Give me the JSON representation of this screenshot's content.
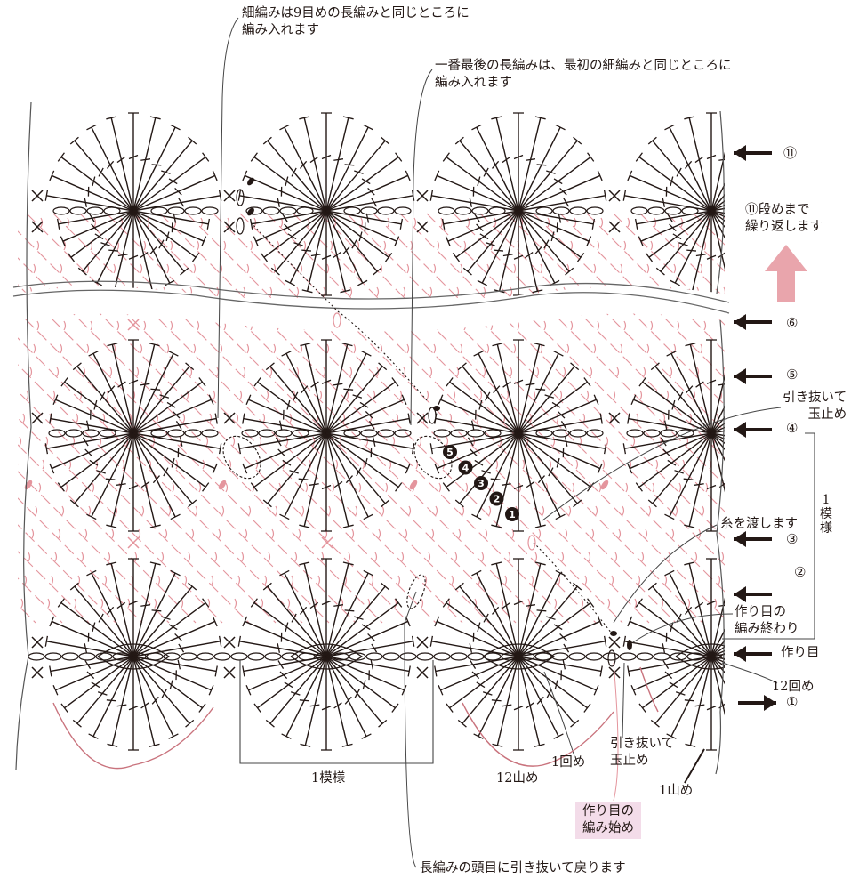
{
  "annotations": {
    "sc_note": [
      "細編みは9目めの長編みと同じところに",
      "編み入れます"
    ],
    "last_dc_note": [
      "一番最後の長編みは、最初の細編みと同じところに",
      "編み入れます"
    ],
    "repeat_note": [
      "⑪段めまで",
      "繰り返します"
    ],
    "fasten_right": [
      "引き抜いて",
      "玉止め"
    ],
    "carry_yarn": "糸を渡します",
    "chain_end": [
      "作り目の",
      "編み終わり"
    ],
    "foundation": "作り目",
    "twelve_times": "12回め",
    "fasten_bottom": [
      "引き抜いて",
      "玉止め"
    ],
    "one_time": "1回め",
    "twelve_peaks": "12山め",
    "one_peak": "1山め",
    "pattern_repeat": "1模様",
    "pattern_repeat_vertical": [
      "1",
      "模",
      "様"
    ],
    "chain_start": [
      "作り目の",
      "編み始め"
    ],
    "slip_back": "長編みの頭目に引き抜いて戻ります"
  },
  "rows": {
    "r11": "⑪",
    "r6": "⑥",
    "r5": "⑤",
    "r4": "④",
    "r3": "③",
    "r2": "②",
    "r1": "①"
  },
  "step_numbers": [
    "5",
    "4",
    "3",
    "2",
    "1"
  ],
  "colors": {
    "ink": "#231815",
    "pink": "#e4959d",
    "pink_dark": "#c9737d",
    "arrow_pink": "#e9a5ac",
    "highlight_box": "#f3dce9"
  }
}
